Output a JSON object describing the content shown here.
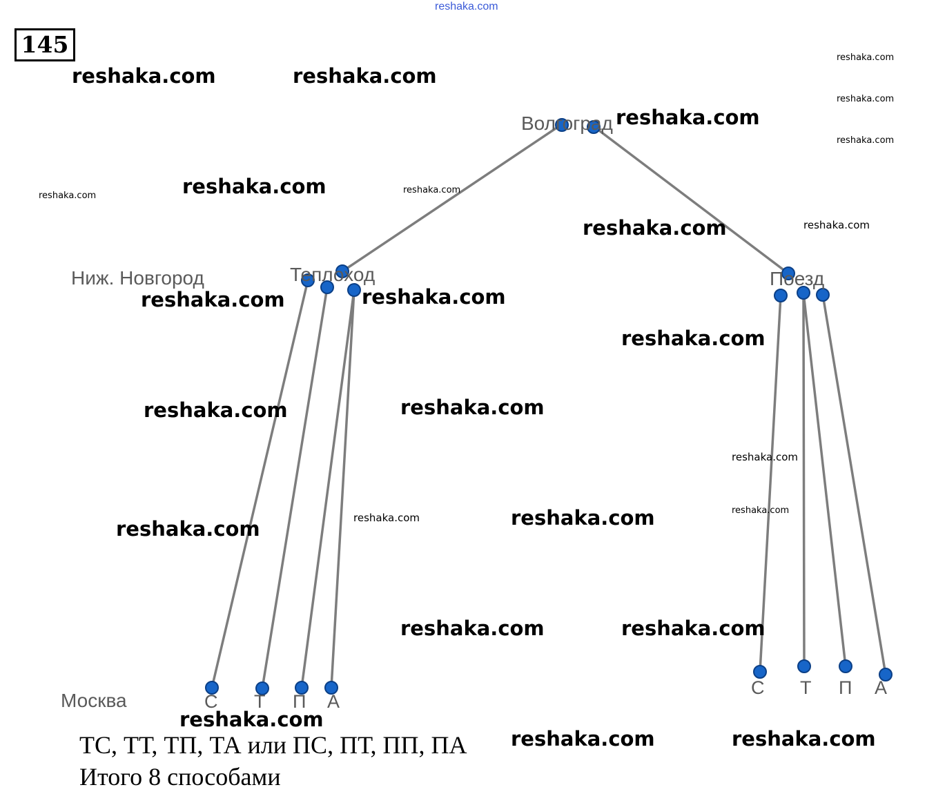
{
  "header": {
    "site_watermark": "reshaka.com",
    "problem_number": "145"
  },
  "tree": {
    "root_label": "Волгоград",
    "branch_left_label": "Теплоход",
    "branch_right_label": "Поезд",
    "mid_level_label": "Ниж. Новгород",
    "bottom_level_label": "Москва",
    "left_leaves": [
      "С",
      "Т",
      "П",
      "А"
    ],
    "right_leaves": [
      "С",
      "Т",
      "П",
      "А"
    ]
  },
  "answer": {
    "line1": "ТС, ТТ, ТП, ТА или ПС, ПТ, ПП, ПА",
    "line2": "Итого 8 способами"
  },
  "watermarks": {
    "text": "reshaka.com"
  },
  "colors": {
    "node_fill": "#1765c8",
    "edge": "#7d7d7d",
    "label_gray": "#5a5a5a"
  }
}
